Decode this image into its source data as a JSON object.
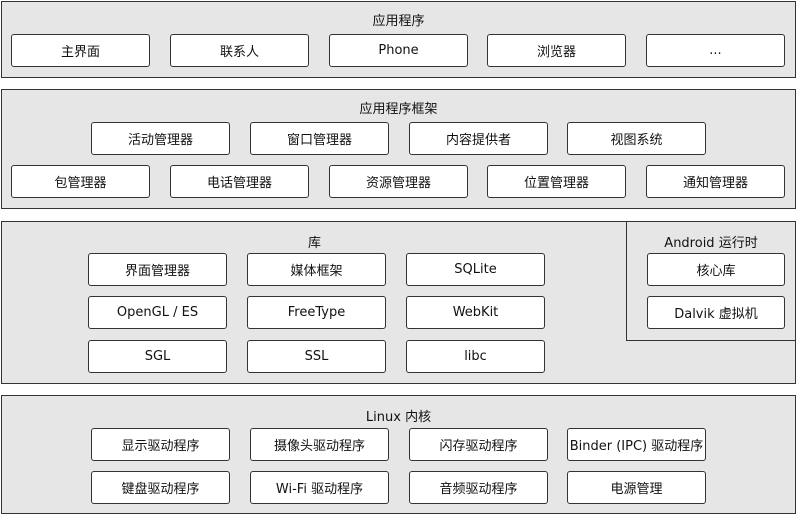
{
  "apps": {
    "title": "应用程序",
    "items": [
      "主界面",
      "联系人",
      "Phone",
      "浏览器",
      "..."
    ]
  },
  "framework": {
    "title": "应用程序框架",
    "row1": [
      "活动管理器",
      "窗口管理器",
      "内容提供者",
      "视图系统"
    ],
    "row2": [
      "包管理器",
      "电话管理器",
      "资源管理器",
      "位置管理器",
      "通知管理器"
    ]
  },
  "libraries": {
    "title": "库",
    "items": [
      "界面管理器",
      "媒体框架",
      "SQLite",
      "OpenGL / ES",
      "FreeType",
      "WebKit",
      "SGL",
      "SSL",
      "libc"
    ]
  },
  "runtime": {
    "title": "Android 运行时",
    "items": [
      "核心库",
      "Dalvik 虚拟机"
    ]
  },
  "kernel": {
    "title": "Linux 内核",
    "row1": [
      "显示驱动程序",
      "摄像头驱动程序",
      "闪存驱动程序",
      "Binder (IPC) 驱动程序"
    ],
    "row2": [
      "键盘驱动程序",
      "Wi-Fi 驱动程序",
      "音频驱动程序",
      "电源管理"
    ]
  }
}
